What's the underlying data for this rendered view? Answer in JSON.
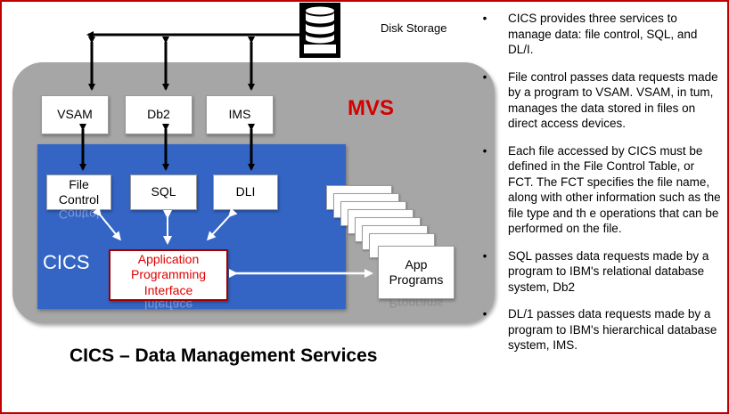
{
  "diagram": {
    "disk_storage_label": "Disk Storage",
    "mvs_label": "MVS",
    "cics_label": "CICS",
    "resource_managers": [
      "VSAM",
      "Db2",
      "IMS"
    ],
    "modules": {
      "file_control": "File Control",
      "sql": "SQL",
      "dli": "DLI"
    },
    "api_label": "Application Programming Interface",
    "app_programs_label": "App Programs",
    "title": "CICS – Data Management  Services"
  },
  "bullets": [
    "CICS provides three services to manage data: file control, SQL, and DL/I.",
    "File control passes data requests made by a program to VSAM. VSAM, in tum, manages the data stored in files on direct access devices.",
    "Each file accessed by CICS must be defined in the File Control Table, or FCT. The FCT specifies the file name, along with other information such as the file type and th           e operations that can be performed on the file.",
    "SQL passes data requests made by a program to IBM's relational database system, Db2",
    "DL/1 passes data requests made by a program to IBM's hierarchical database system, IMS."
  ],
  "colors": {
    "frame": "#c00000",
    "mvs_region": "#a6a6a6",
    "cics_region": "#3465c5",
    "mvs_text": "#d40000",
    "api_text": "#e00000"
  },
  "icons": [
    "database-icon"
  ]
}
